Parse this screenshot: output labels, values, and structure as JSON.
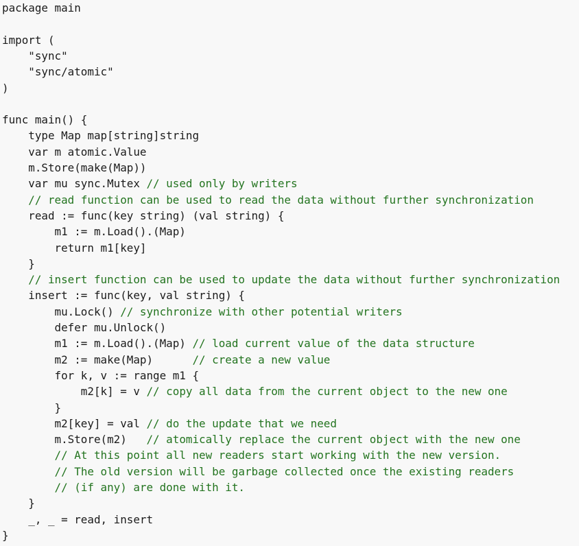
{
  "code": {
    "language": "Go",
    "lines": [
      {
        "text": "package main",
        "comment": ""
      },
      {
        "text": "",
        "comment": ""
      },
      {
        "text": "import (",
        "comment": ""
      },
      {
        "text": "    \"sync\"",
        "comment": ""
      },
      {
        "text": "    \"sync/atomic\"",
        "comment": ""
      },
      {
        "text": ")",
        "comment": ""
      },
      {
        "text": "",
        "comment": ""
      },
      {
        "text": "func main() {",
        "comment": ""
      },
      {
        "text": "    type Map map[string]string",
        "comment": ""
      },
      {
        "text": "    var m atomic.Value",
        "comment": ""
      },
      {
        "text": "    m.Store(make(Map))",
        "comment": ""
      },
      {
        "text": "    var mu sync.Mutex ",
        "comment": "// used only by writers"
      },
      {
        "text": "    ",
        "comment": "// read function can be used to read the data without further synchronization"
      },
      {
        "text": "    read := func(key string) (val string) {",
        "comment": ""
      },
      {
        "text": "        m1 := m.Load().(Map)",
        "comment": ""
      },
      {
        "text": "        return m1[key]",
        "comment": ""
      },
      {
        "text": "    }",
        "comment": ""
      },
      {
        "text": "    ",
        "comment": "// insert function can be used to update the data without further synchronization"
      },
      {
        "text": "    insert := func(key, val string) {",
        "comment": ""
      },
      {
        "text": "        mu.Lock() ",
        "comment": "// synchronize with other potential writers"
      },
      {
        "text": "        defer mu.Unlock()",
        "comment": ""
      },
      {
        "text": "        m1 := m.Load().(Map) ",
        "comment": "// load current value of the data structure"
      },
      {
        "text": "        m2 := make(Map)      ",
        "comment": "// create a new value"
      },
      {
        "text": "        for k, v := range m1 {",
        "comment": ""
      },
      {
        "text": "            m2[k] = v ",
        "comment": "// copy all data from the current object to the new one"
      },
      {
        "text": "        }",
        "comment": ""
      },
      {
        "text": "        m2[key] = val ",
        "comment": "// do the update that we need"
      },
      {
        "text": "        m.Store(m2)   ",
        "comment": "// atomically replace the current object with the new one"
      },
      {
        "text": "        ",
        "comment": "// At this point all new readers start working with the new version."
      },
      {
        "text": "        ",
        "comment": "// The old version will be garbage collected once the existing readers"
      },
      {
        "text": "        ",
        "comment": "// (if any) are done with it."
      },
      {
        "text": "    }",
        "comment": ""
      },
      {
        "text": "    _, _ = read, insert",
        "comment": ""
      },
      {
        "text": "}",
        "comment": ""
      }
    ]
  },
  "colors": {
    "background": "#f8f8f8",
    "code_text": "#1b1b1b",
    "comment_text": "#23741f"
  }
}
